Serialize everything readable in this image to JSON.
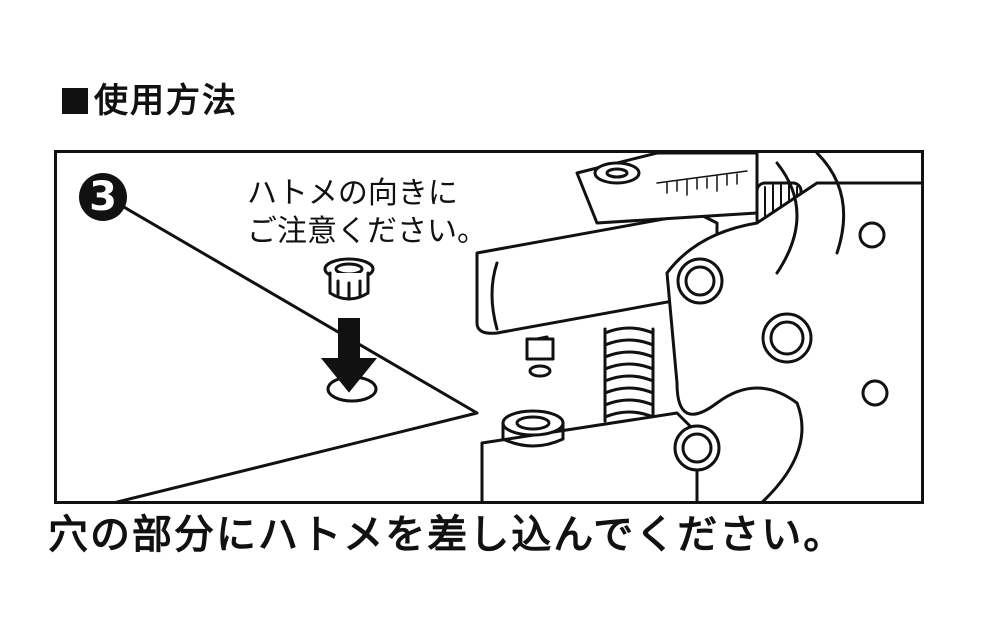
{
  "heading": "使用方法",
  "step_number": "3",
  "note_line1": "ハトメの向きに",
  "note_line2": "ご注意ください。",
  "caption": "穴の部分にハトメを差し込んでください。"
}
